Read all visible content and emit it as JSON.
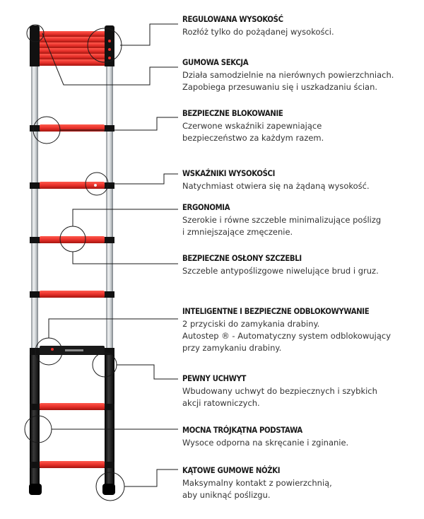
{
  "features": [
    {
      "title": "REGULOWANA WYSOKOŚĆ",
      "description": "Rozłóż tylko do pożądanej wysokości."
    },
    {
      "title": "GUMOWA SEKCJA",
      "description": "Działa samodzielnie na nierównych powierzchniach.\nZapobiega przesuwaniu się i uszkadzaniu ścian."
    },
    {
      "title": "BEZPIECZNE BLOKOWANIE",
      "description": "Czerwone wskaźniki zapewniające\nbezpieczeństwo za każdym razem."
    },
    {
      "title": "WSKAŹNIKI WYSOKOŚCI",
      "description": "Natychmiast otwiera się na żądaną wysokość."
    },
    {
      "title": "ERGONOMIA",
      "description": "Szerokie i równe szczeble minimalizujące poślizg\ni zmniejszające zmęczenie."
    },
    {
      "title": "BEZPIECZNE OSŁONY SZCZEBLI",
      "description": "Szczeble antypoślizgowe niwelujące brud i gruz."
    },
    {
      "title": "INTELIGENTNE I BEZPIECZNE ODBLOKOWYWANIE",
      "description": "2 przyciski do zamykania drabiny.\nAutostep ® - Automatyczny system odblokowujący\nprzy zamykaniu drabiny."
    },
    {
      "title": "PEWNY UCHWYT",
      "description": "Wbudowany uchwyt do bezpiecznych i szybkich\nakcji ratowniczych."
    },
    {
      "title": "MOCNA TRÓJKĄTNA PODSTAWA",
      "description": "Wysoce odporna na skręcanie i zginanie."
    },
    {
      "title": "KĄTOWE GUMOWE NÓŻKI",
      "description": "Maksymalny kontakt z powierzchnią,\naby uniknąć poślizgu."
    }
  ],
  "colors": {
    "rung": "#e8312b",
    "rung_dark": "#b81c18",
    "rail_silver": "#cfd3d6",
    "rail_black": "#111111",
    "callout": "#1a1a1a"
  }
}
